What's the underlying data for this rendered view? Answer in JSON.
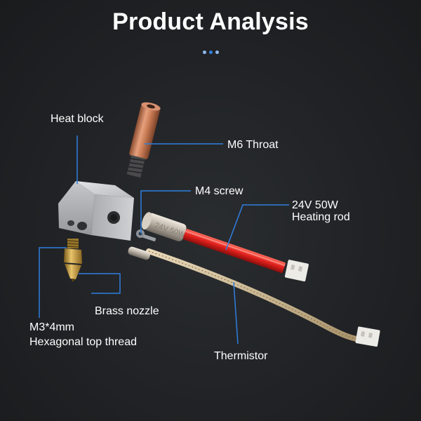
{
  "title": "Product Analysis",
  "labels": {
    "heat_block": "Heat block",
    "m6_throat": "M6 Throat",
    "m4_screw": "M4 screw",
    "heating_rod_line1": "24V 50W",
    "heating_rod_line2": "Heating rod",
    "thread_line1": "M3*4mm",
    "thread_line2": "Hexagonal top thread",
    "brass_nozzle": "Brass nozzle",
    "thermistor": "Thermistor",
    "rod_print": "24V 50W"
  },
  "colors": {
    "background": "#202225",
    "callout_line": "#2f7fe0",
    "dot_active": "#2f7fe0",
    "dot_inactive": "#8fb9ee",
    "heating_wire": "#e0201c",
    "copper": "#c97c55",
    "aluminum": "#c9cbce",
    "brass": "#c89a3a"
  }
}
